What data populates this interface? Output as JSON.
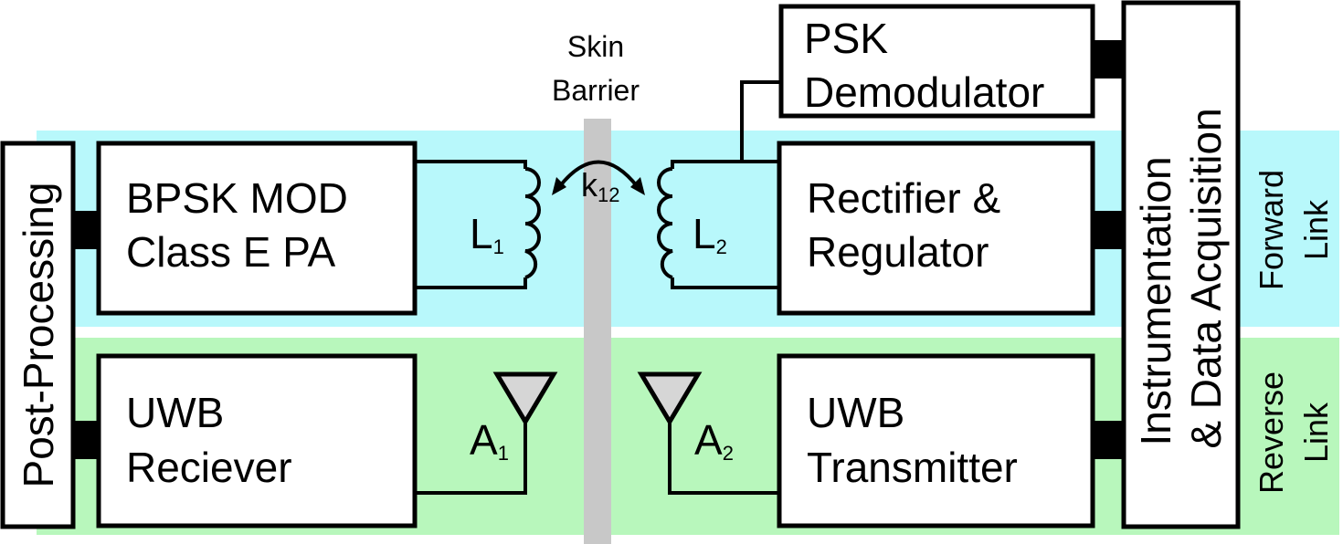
{
  "colors": {
    "forward_band": "#b8f8fb",
    "reverse_band": "#b8f7bc",
    "barrier": "#c8c8c8",
    "antenna_fill": "#d6d6d6",
    "stroke": "#000000"
  },
  "barrier": {
    "line1": "Skin",
    "line2": "Barrier"
  },
  "blocks": {
    "post_processing": "Post-Processing",
    "bpsk_mod": {
      "line1": "BPSK MOD",
      "line2": "Class E PA"
    },
    "uwb_receiver": {
      "line1": "UWB",
      "line2": "Reciever"
    },
    "psk_demod": {
      "line1": "PSK",
      "line2": "Demodulator"
    },
    "rectifier": {
      "line1": "Rectifier &",
      "line2": "Regulator"
    },
    "uwb_transmitter": {
      "line1": "UWB",
      "line2": "Transmitter"
    },
    "instrumentation": {
      "line1": "Instrumentation",
      "line2": "& Data Acquisition"
    }
  },
  "components": {
    "inductor_1": {
      "base": "L",
      "sub": "1"
    },
    "inductor_2": {
      "base": "L",
      "sub": "2"
    },
    "coupling": {
      "base": "k",
      "sub": "12"
    },
    "antenna_1": {
      "base": "A",
      "sub": "1"
    },
    "antenna_2": {
      "base": "A",
      "sub": "2"
    }
  },
  "links": {
    "forward": {
      "line1": "Forward",
      "line2": "Link"
    },
    "reverse": {
      "line1": "Reverse",
      "line2": "Link"
    }
  }
}
